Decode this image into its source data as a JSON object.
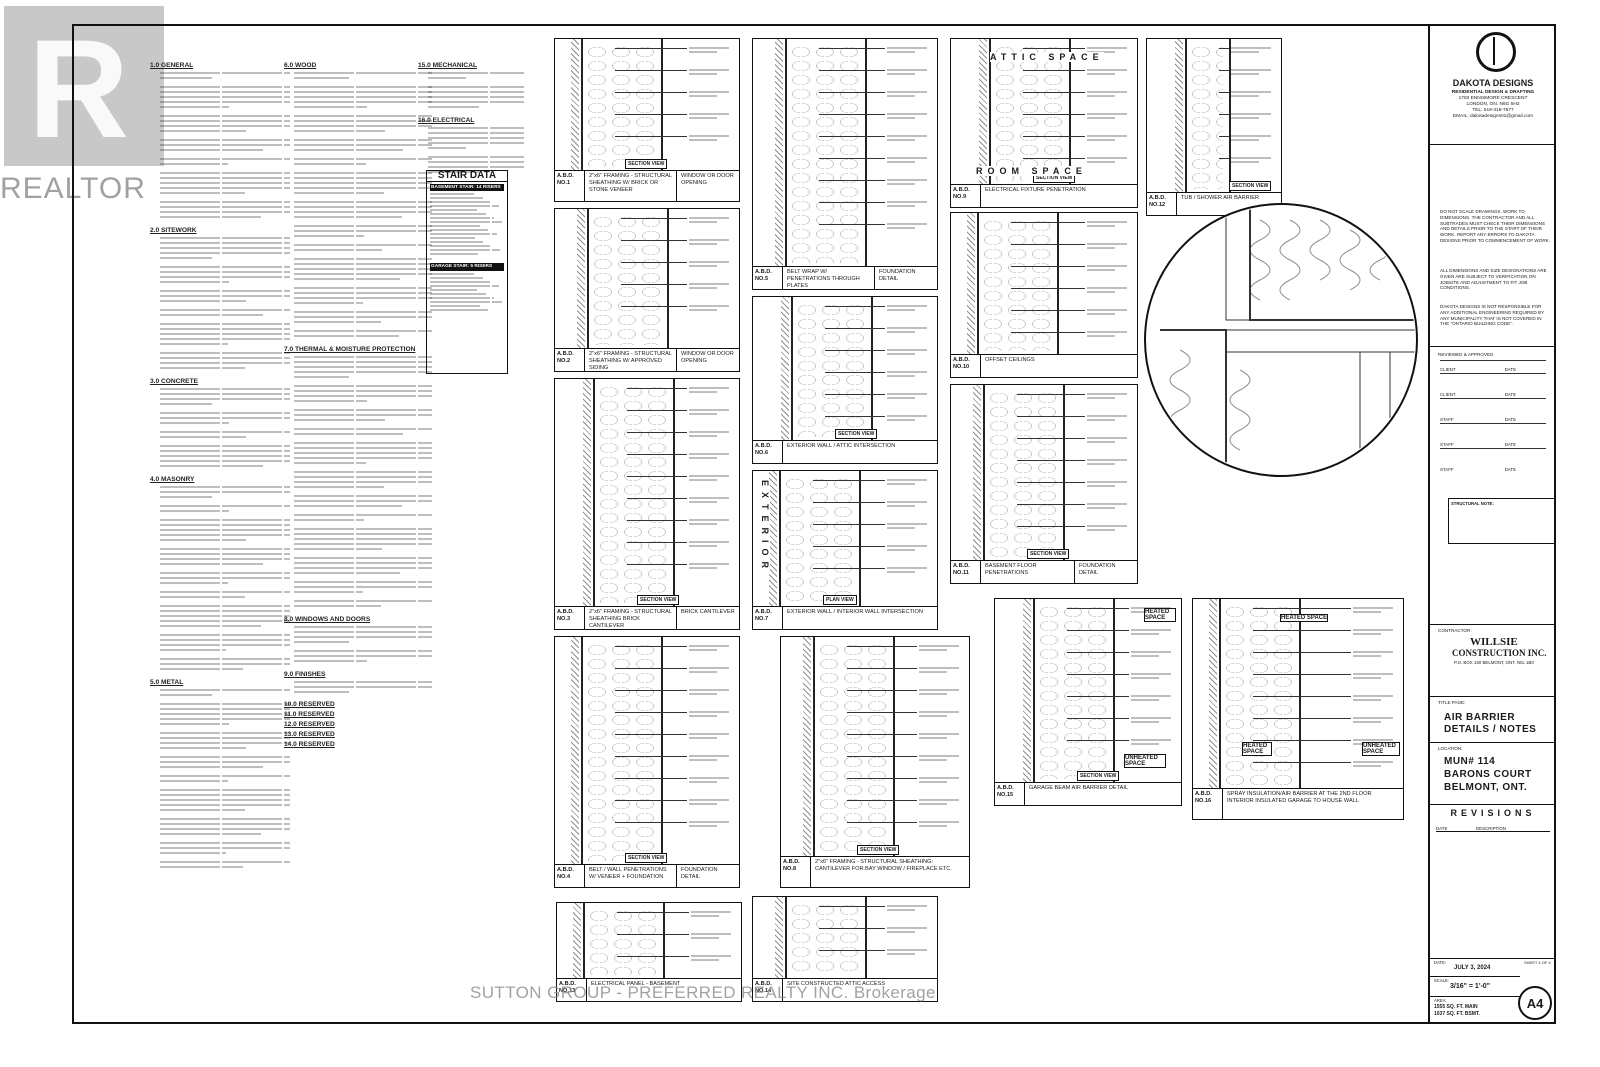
{
  "watermark": {
    "r_letter": "R",
    "word": "REALTOR"
  },
  "brokerage": "SUTTON GROUP - PREFERRED REALTY INC. Brokerage",
  "notes": {
    "col1": [
      {
        "h": "1.0  GENERAL",
        "n": 7
      },
      {
        "h": "2.0  SITEWORK",
        "n": 6
      },
      {
        "h": "3.0  CONCRETE",
        "n": 4
      },
      {
        "h": "4.0  MASONRY",
        "n": 9
      },
      {
        "h": "5.0  METAL",
        "n": 9
      }
    ],
    "col2": [
      {
        "h": "6.0  WOOD",
        "n": 13
      },
      {
        "h": "7.0  THERMAL & MOISTURE PROTECTION",
        "n": 12
      },
      {
        "h": "8.0  WINDOWS AND DOORS",
        "n": 2
      },
      {
        "h": "9.0  FINISHES",
        "n": 1
      }
    ],
    "reserved": [
      "10.0  RESERVED",
      "11.0  RESERVED",
      "12.0  RESERVED",
      "13.0  RESERVED",
      "14.0  RESERVED"
    ],
    "col3": [
      {
        "h": "15.0  MECHANICAL",
        "n": 2
      },
      {
        "h": "16.0  ELECTRICAL",
        "n": 2
      }
    ]
  },
  "stair": {
    "title": "STAIR DATA",
    "basement": "BASEMENT STAIR: 14 RISERS",
    "garage": "GARAGE STAIR: 5 RISERS"
  },
  "details": [
    {
      "num": "A.B.D. NO.1",
      "caption": "2\"x6\" FRAMING - STRUCTURAL SHEATHING W/ BRICK OR STONE VENEER",
      "caption2": "WINDOW OR DOOR OPENING",
      "label": "SECTION VIEW"
    },
    {
      "num": "A.B.D. NO.2",
      "caption": "2\"x6\" FRAMING - STRUCTURAL SHEATHING W/ APPROVED SIDING",
      "caption2": "WINDOW OR DOOR OPENING",
      "label": ""
    },
    {
      "num": "A.B.D. NO.3",
      "caption": "2\"x6\" FRAMING - STRUCTURAL SHEATHING BRICK CANTILEVER",
      "caption2": "BRICK CANTILEVER",
      "label": "SECTION VIEW"
    },
    {
      "num": "A.B.D. NO.4",
      "caption": "BELT / WALL PENETRATIONS W/ VENEER + FOUNDATION",
      "caption2": "FOUNDATION DETAIL",
      "label": "SECTION VIEW"
    },
    {
      "num": "A.B.D. NO.5",
      "caption": "BELT WRAP W/ PENETRATIONS THROUGH PLATES",
      "caption2": "FOUNDATION DETAIL",
      "label": ""
    },
    {
      "num": "A.B.D. NO.6",
      "caption": "EXTERIOR WALL / ATTIC INTERSECTION",
      "caption2": "",
      "label": "SECTION VIEW"
    },
    {
      "num": "A.B.D. NO.7",
      "caption": "EXTERIOR WALL / INTERIOR WALL INTERSECTION",
      "caption2": "",
      "label": "PLAN VIEW"
    },
    {
      "num": "A.B.D. NO.8",
      "caption": "2\"x6\" FRAMING - STRUCTURAL SHEATHING: CANTILEVER FOR BAY WINDOW / FIREPLACE ETC.",
      "caption2": "",
      "label": "SECTION VIEW"
    },
    {
      "num": "A.B.D. NO.9",
      "caption": "ELECTRICAL FIXTURE PENETRATION",
      "caption2": "",
      "label": "SECTION VIEW"
    },
    {
      "num": "A.B.D. NO.10",
      "caption": "OFFSET CEILINGS",
      "caption2": "",
      "label": ""
    },
    {
      "num": "A.B.D. NO.11",
      "caption": "BASEMENT FLOOR PENETRATIONS",
      "caption2": "FOUNDATION DETAIL",
      "label": "SECTION VIEW"
    },
    {
      "num": "A.B.D. NO.12",
      "caption": "TUB / SHOWER AIR BARRIER",
      "caption2": "",
      "label": "SECTION VIEW"
    },
    {
      "num": "A.B.D. NO.13",
      "caption": "ELECTRICAL PANEL - BASEMENT",
      "caption2": "",
      "label": ""
    },
    {
      "num": "A.B.D. NO.14",
      "caption": "SITE CONSTRUCTED ATTIC ACCESS",
      "caption2": "",
      "label": ""
    },
    {
      "num": "A.B.D. NO.15",
      "caption": "GARAGE BEAM AIR BARRIER DETAIL",
      "caption2": "",
      "label": "SECTION VIEW"
    },
    {
      "num": "A.B.D. NO.16",
      "caption": "SPRAY INSULATION/AIR BARRIER AT THE 2ND FLOOR INTERIOR INSULATED GARAGE TO HOUSE WALL",
      "caption2": "",
      "label": ""
    }
  ],
  "attic_labels": {
    "attic": "ATTIC SPACE",
    "room": "ROOM SPACE",
    "exterior": "EXTERIOR",
    "heated": "HEATED SPACE",
    "unheated": "UNHEATED SPACE"
  },
  "titleblock": {
    "brand": "DAKOTA DESIGNS",
    "sub": "RESIDENTIAL DESIGN & DRAFTING",
    "addr1": "1783 ENNISMORE CRESCENT",
    "addr2": "LONDON, ON. N6G 5H2",
    "tel": "TEL: 519-319-7677",
    "email": "EMAIL: dakotadesigns01@gmail.com",
    "disclaimer1": "DO NOT SCALE DRAWINGS. WORK TO DIMENSIONS. THE CONTRACTOR AND ALL SUBTRADES MUST CHECK THEIR DIMENSIONS AND DETAILS PRIOR TO THE START OF THEIR WORK. REPORT ANY ERRORS TO DAKOTA DESIGNS PRIOR TO COMMENCEMENT OF WORK.",
    "disclaimer2": "ALL DIMENSIONS AND SIZE DESIGNATIONS ARE GIVEN ARE SUBJECT TO VERIFICATION ON JOBSITE AND ADJUSTMENT TO FIT JOB CONDITIONS.",
    "disclaimer3": "DAKOTA DESIGNS IS NOT RESPONSIBLE FOR ANY ADDITIONAL ENGINEERING REQUIRED BY ANY MUNICIPALITY THAT IS NOT COVERED IN THE \"ONTARIO BUILDING CODE\".",
    "reviewed": "REVIEWED & APPROVED",
    "client": "CLIENT",
    "staff": "STAFF",
    "date": "DATE",
    "structural": "STRUCTURAL NOTE:",
    "contractor": "CONTRACTOR:",
    "contractor_name1": "WILLSIE",
    "contractor_name2": "CONSTRUCTION INC.",
    "contractor_addr": "P.O. BOX 150 BELMONT, ONT. N0L 1B0",
    "title_page": "TITLE PAGE:",
    "title1": "AIR BARRIER",
    "title2": "DETAILS / NOTES",
    "location": "LOCATION:",
    "loc1": "MUN# 114",
    "loc2": "BARONS COURT",
    "loc3": "BELMONT, ONT.",
    "revisions": "REVISIONS",
    "rev_date": "DATE",
    "rev_desc": "DESCRIPTION",
    "date_label": "DATE:",
    "date_value": "JULY 3, 2024",
    "sheet": "SHEET 4 OF 4",
    "scale_label": "SCALE:",
    "scale_value": "3/16\" = 1'-0\"",
    "area_label": "AREA:",
    "area1": "1555 SQ. FT. MAIN",
    "area2": "1037 SQ. FT. BSMT.",
    "sheet_no": "A4"
  }
}
